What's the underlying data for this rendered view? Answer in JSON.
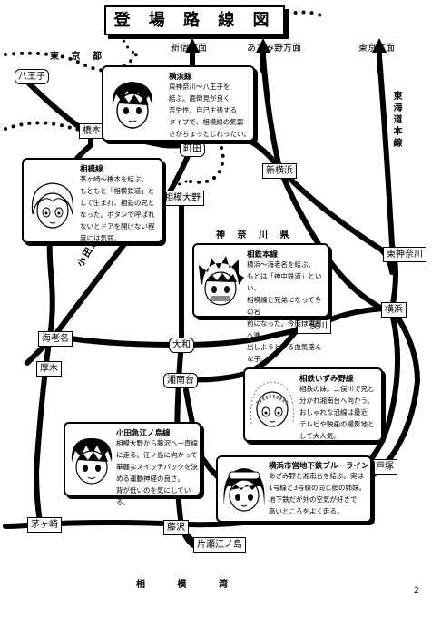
{
  "title": "登 場 路 線 図",
  "regions": {
    "tokyo": "東 京 都",
    "kanagawa": "神 奈 川 県",
    "sagami_bay": "相 模 湾"
  },
  "directions": {
    "shinjuku": "新宿方面",
    "azamino": "あざみ野方面",
    "tokyo": "東京方面"
  },
  "line_labels": {
    "tokaido": "東海道本線",
    "odakyu_odawara": "小田急小田原線"
  },
  "stations": {
    "hachioji": "八王子",
    "hashimoto": "橋本",
    "machida": "町田",
    "sagamiono": "相模大野",
    "shinyokohama": "新横浜",
    "higashikanagawa": "東神奈川",
    "yokohama": "横浜",
    "futamatagawa": "二俣川",
    "yamato": "大和",
    "ebina": "海老名",
    "atsugi": "厚木",
    "shonandai": "湘南台",
    "totsuka": "戸塚",
    "chigasaki": "茅ヶ崎",
    "fujisawa": "藤沢",
    "katase_enoshima": "片瀬江ノ島"
  },
  "cards": [
    {
      "name": "横浜線",
      "desc": "東神奈川〜八王子を\n結ぶ。面倒見が良く\n苦労性。自己主張する\nタイプで、相模線の気弱\nさがちょっとじれったい。"
    },
    {
      "name": "相模線",
      "desc": "茅ヶ崎〜橋本を結ぶ。\nもともと「相模鉄道」と\nして生まれ、相鉄の兄と\nなった。ボタンで呼ばれ\nないとドアを開けない程\n度には気弱。"
    },
    {
      "name": "相鉄本線",
      "desc": "横浜〜海老名を結ぶ。\nもとは「神中鉄道」といい、\n相模線と兄弟になって今の名\n前になった。今度は東京へ進\n出しようとする血気盛んな子。"
    },
    {
      "name": "相鉄いずみ野線",
      "desc": "相鉄の妹。二俣川で兄と\n分かれ湘南台へ向かう。\nおしゃれな沿線は最近\nテレビや映画の撮影地と\nして大人気。"
    },
    {
      "name": "小田急江ノ島線",
      "desc": "相模大野から藤沢へ一直線\nに走る。江ノ島に向かって\n華麗なスイッチバックを決\nめる運動神経の良さ。\n背が低いのを気にしている。"
    },
    {
      "name": "横浜市営地下鉄ブルーライン",
      "desc": "あざみ野と湘南台を結ぶ。実は\n1号線と3号線の同じ顔の姉妹。\n地下鉄だが外の空気が好きで\n高いところをよく走る。"
    }
  ],
  "page_number": "2"
}
